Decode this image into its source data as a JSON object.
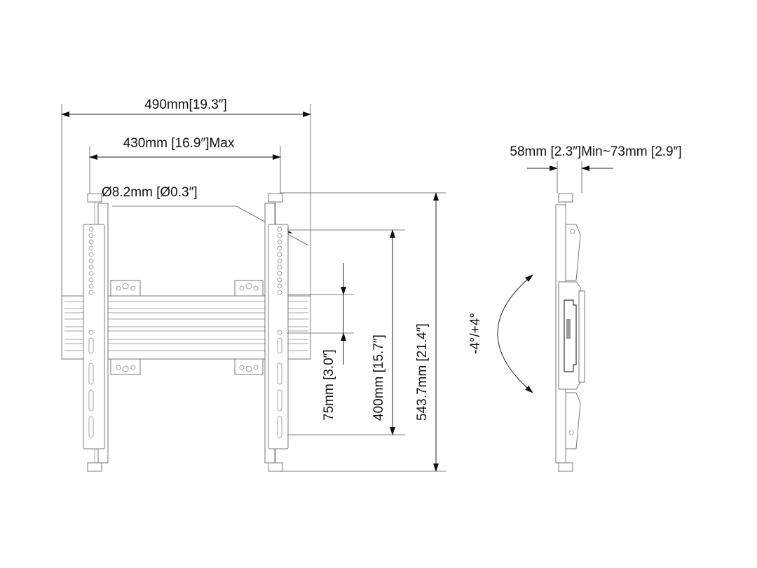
{
  "drawing": {
    "front_view": {
      "overall_width": "490mm[19.3″]",
      "max_hole_spacing": "430mm [16.9″]Max",
      "hole_diameter": "Ø8.2mm [Ø0.3″]",
      "rail_spacing": "75mm [3.0″]",
      "vertical_hole_span": "400mm [15.7″]",
      "overall_height": "543.7mm [21.4″]"
    },
    "side_view": {
      "depth": "58mm [2.3″]Min~73mm [2.9″]",
      "tilt_range": "-4°/+4°"
    }
  }
}
